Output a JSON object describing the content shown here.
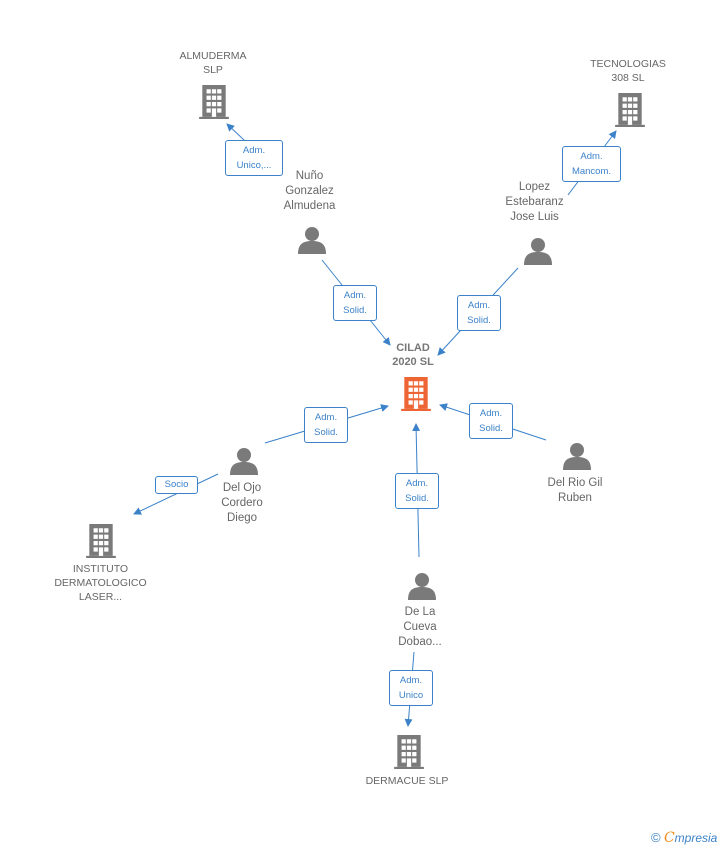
{
  "colors": {
    "edge": "#3b82c9",
    "node_icon": "#7a7a7a",
    "center_icon": "#ee6535",
    "label": "#666666"
  },
  "center": {
    "label": "CILAD\n2020  SL",
    "icon": "building-icon"
  },
  "companies": {
    "almuderma": {
      "label": "ALMUDERMA\nSLP",
      "icon": "building-icon"
    },
    "tecnologias": {
      "label": "TECNOLOGIAS\n308  SL",
      "icon": "building-icon"
    },
    "instituto": {
      "label": "INSTITUTO\nDERMATOLOGICO\nLASER...",
      "icon": "building-icon"
    },
    "dermacue": {
      "label": "DERMACUE  SLP",
      "icon": "building-icon"
    }
  },
  "persons": {
    "nuno": {
      "label": "Nuño\nGonzalez\nAlmudena",
      "icon": "person-icon"
    },
    "lopez": {
      "label": "Lopez\nEstebaranz\nJose Luis",
      "icon": "person-icon"
    },
    "delojo": {
      "label": "Del Ojo\nCordero\nDiego",
      "icon": "person-icon"
    },
    "delrio": {
      "label": "Del Rio Gil\nRuben",
      "icon": "person-icon"
    },
    "delacueva": {
      "label": "De La\nCueva\nDobao...",
      "icon": "person-icon"
    }
  },
  "edges": {
    "nuno_almuderma": "Adm.\nUnico,...",
    "lopez_tecnologias": "Adm.\nMancom.",
    "nuno_center": "Adm.\nSolid.",
    "lopez_center": "Adm.\nSolid.",
    "delojo_center": "Adm.\nSolid.",
    "delrio_center": "Adm.\nSolid.",
    "delacueva_center": "Adm.\nSolid.",
    "delojo_instituto": "Socio",
    "delacueva_dermacue": "Adm.\nUnico"
  },
  "footer": {
    "copyright": "©",
    "brand_initial": "C",
    "brand_rest": "mpresia"
  }
}
